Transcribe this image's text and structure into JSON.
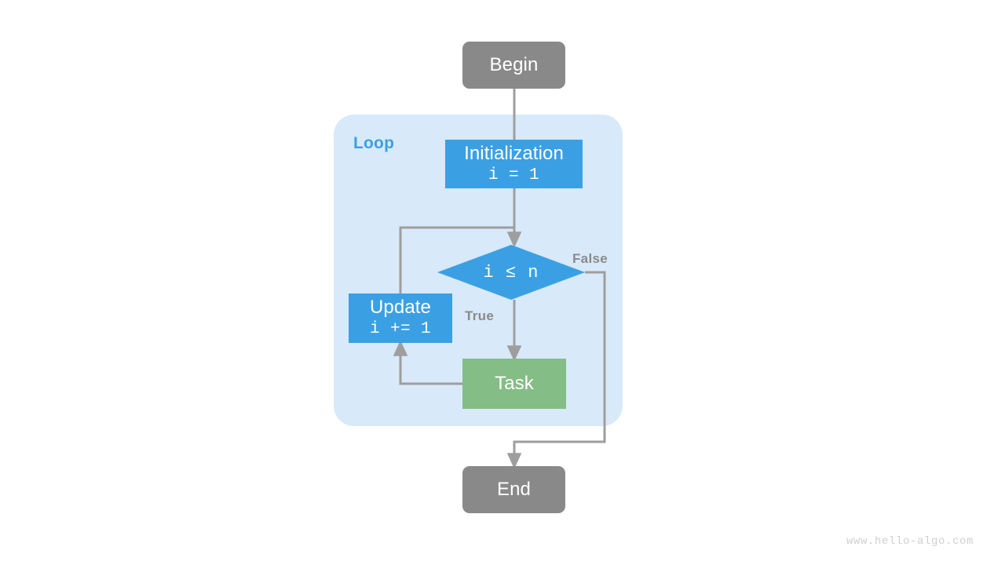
{
  "diagram": {
    "title": "for-loop-flowchart",
    "colors": {
      "terminal": "#898989",
      "process": "#3ba0e3",
      "task": "#84bd85",
      "loop_background": "#d8e9f9",
      "edge": "#9e9e9e",
      "label": "#8a8a8a",
      "loop_label": "#3ba0e3",
      "node_text": "#ffffff"
    },
    "nodes": {
      "begin": {
        "label": "Begin"
      },
      "initialization": {
        "label": "Initialization",
        "expression": "i = 1"
      },
      "condition": {
        "label": "i ≤ n"
      },
      "update": {
        "label": "Update",
        "expression": "i += 1"
      },
      "task": {
        "label": "Task"
      },
      "end": {
        "label": "End"
      }
    },
    "group": {
      "loop_label": "Loop"
    },
    "edge_labels": {
      "true": "True",
      "false": "False"
    }
  },
  "watermark": {
    "text": "www.hello-algo.com"
  }
}
